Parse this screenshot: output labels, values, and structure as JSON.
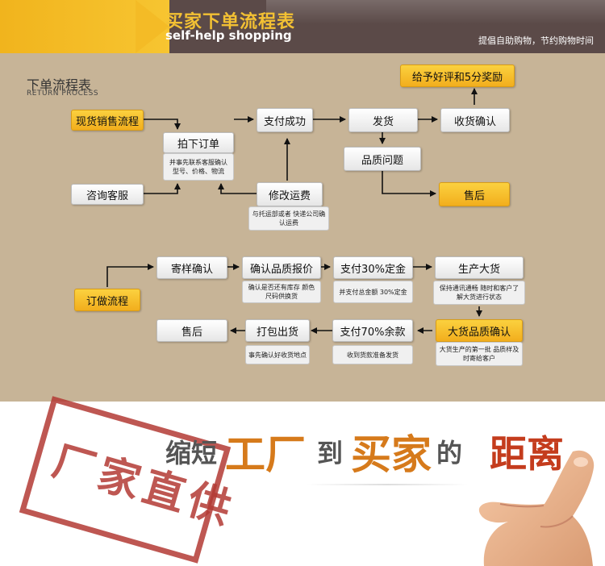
{
  "header": {
    "title": "买家下单流程表",
    "subtitle": "self-help shopping",
    "right_text": "提倡自助购物，节约购物时间"
  },
  "section": {
    "title": "下单流程表",
    "subtitle": "RETURN PROCESS"
  },
  "flow1": {
    "spot_sale": "现货销售流程",
    "consult": "咨询客服",
    "place_order": "拍下订单",
    "place_order_note": "并事先联系客服确认 型号、价格、物流",
    "pay_success": "支付成功",
    "modify_freight": "修改运费",
    "modify_freight_note": "与托运部或者 快递公司确认运费",
    "ship": "发货",
    "confirm_receipt": "收货确认",
    "good_review": "给予好评和5分奖励",
    "quality_issue": "品质问题",
    "after_sales": "售后"
  },
  "flow2": {
    "custom": "订做流程",
    "sample_confirm": "寄样确认",
    "quote": "确认品质报价",
    "quote_note": "确认是否还有库存 颜色尺码供换货",
    "deposit": "支付30%定金",
    "deposit_note": "并支付总金额 30%定金",
    "production": "生产大货",
    "production_note": "保持通讯通畅 随时和客户了解大货进行状态",
    "bulk_quality": "大货品质确认",
    "bulk_quality_note": "大货生产的第一批 品质样及时寄给客户",
    "balance": "支付70%余款",
    "balance_note": "收到货款准备发货",
    "packing": "打包出货",
    "packing_note": "事先确认好收货地点",
    "after_sales": "售后"
  },
  "banner": {
    "slogan_1": "缩短",
    "slogan_2": "工厂",
    "slogan_3": "到",
    "slogan_4": "买家",
    "slogan_5": "的",
    "slogan_6": "距离",
    "stamp": "厂家直供"
  },
  "colors": {
    "header_bg": "#5b4a48",
    "header_accent": "#f4bb26",
    "diagram_bg": "#c7b497",
    "highlight_box": "#f2ae1d",
    "stamp_red": "#b33a34",
    "slogan_orange": "#d67a1b"
  }
}
